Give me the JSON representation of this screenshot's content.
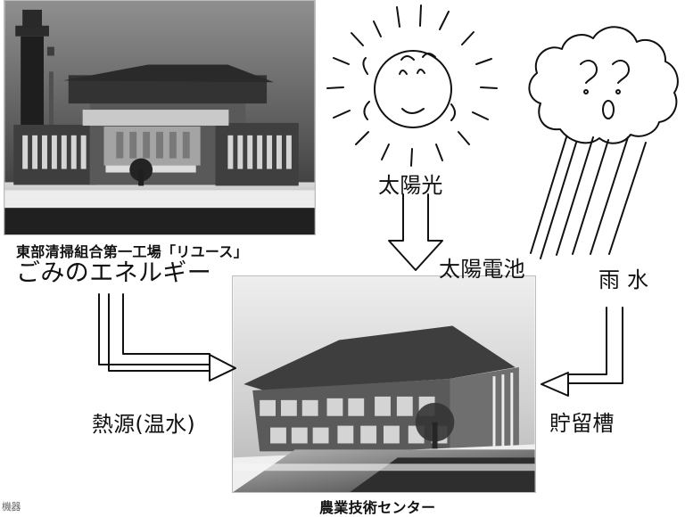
{
  "left_source": {
    "facility_label": "東部清掃組合第一工場「リユース」",
    "energy_label": "ごみのエネルギー"
  },
  "labels": {
    "solar_light": "太陽光",
    "solar_battery": "太陽電池",
    "rain_water": "雨 水",
    "heat_source": "熱源(温水)",
    "storage_tank": "貯留槽",
    "center_name": "農業技術センター"
  },
  "colors": {
    "line": "#111111",
    "photo_dark": "#1d1d1d",
    "photo_mid": "#6d6d6d",
    "photo_light": "#d9d9d9",
    "paper": "#ffffff"
  },
  "icons": {
    "sun": "sun-icon",
    "cloud": "cloud-icon"
  },
  "corner_mark": "機器"
}
